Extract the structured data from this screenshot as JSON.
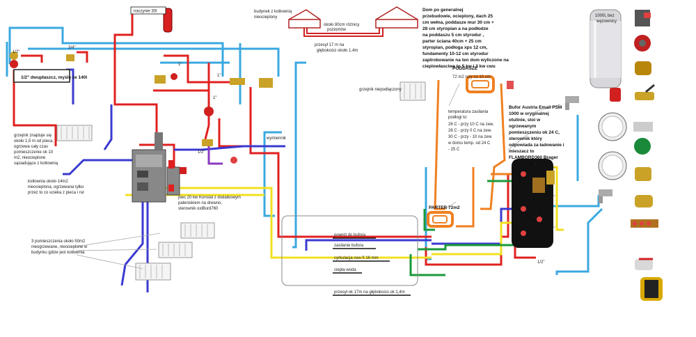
{
  "colors": {
    "red": "#e02020",
    "blue": "#3a3ad0",
    "lightblue": "#3aa8e0",
    "yellow": "#f2e020",
    "orange": "#f08020",
    "green": "#1a9a3a",
    "violet": "#8a3ac0"
  },
  "labels": {
    "naczynie": "naczynie 30l",
    "budynek1": "budynek z kotłownią",
    "budynek2": "nieocieplony",
    "roznica1": "około 80cm różnicy",
    "roznica2": "poziomów",
    "przesyl1": "przesył 17 m na",
    "przesyl2": "głębokości około 1,4m",
    "dom": [
      "Dom po generalnej",
      "przebudowie, ocieplony, dach 25",
      "cm wełna, poddasze mur 30 cm +",
      "28 cm styropian a na podłodze",
      "na poddaszu 5 cm styrodur  ,",
      "parter ściana 40cm + 25 cm",
      "styropian, podłoga xps 12 cm,",
      "fundamenty 10-12 cm styrodur",
      "zaptrobowanie na ten dom wyliczone na",
      "cieplowłasciwe to 5 kw i 3 kw cwu"
    ],
    "bufor1000": [
      "1000l, bez",
      "węzownicy"
    ],
    "poddasze": "PODDASZE",
    "rury": "72 m2 rury co 10 cm",
    "grzejnik_niepodl": "grzejnik niepodłączony",
    "temp": [
      "temperatura zasilania",
      "podłogi to:",
      "26 C - przy 10 C na zew.",
      "28 C - przy 0 C na zew.",
      "30 C - przy - 10 na zew.",
      "w domu temp. od 24 C",
      "- 25 C"
    ],
    "bufor_austria": [
      "Bufor Austria Email PSM",
      "1000 w oryginalnej",
      "otulinie, stoi w",
      "ogrzewanym",
      "pomieszczeniu ok 24 C,",
      "sterownik który",
      "odpowiada za ładowanie i",
      "mieszacz to",
      "FLAMBORD360 Brager"
    ],
    "parter": "PARTER 72m2",
    "dwuplaszcz": "1/2\" dwupłaszcz, myślę że 140l",
    "grzejnik_przy_piecu": [
      "grzejnik znajduje się",
      "około 1,5 m od pieca,",
      "ogrzewa cały czas",
      "pomieszczenie ok 10",
      "m2, nieocieplone",
      "sąsiadujące z kotłownią"
    ],
    "kotlownia": [
      "kotłownia około 14m2",
      "nieocieplona, ogrzewana tylko",
      "przez to co ucieka z pieca i rur"
    ],
    "piec": [
      "piec 20 kw Konstal z dodatkowym",
      "paleniskiem na drewno,",
      "sterownik oxiBord760"
    ],
    "pomieszczenia": [
      "3 pomieszczenia około 50m2",
      "nieogrzewane, nieocieplone w",
      "budynku gdzie jest kotłownia"
    ],
    "powrot": "powrót do bufora",
    "zasilanie": "zasilanie bufora",
    "cyrkulacja": "cyrkulacja cwu fi 16 mm",
    "ciepla": "ciepła woda",
    "przesyl_bottom": "przesył ok 17m  na głębokości ok 1,4m",
    "wymiennik": "wymiennik",
    "fit_half": "1/2\"",
    "fit_one": "1\"",
    "fit_34": "3/4\""
  }
}
